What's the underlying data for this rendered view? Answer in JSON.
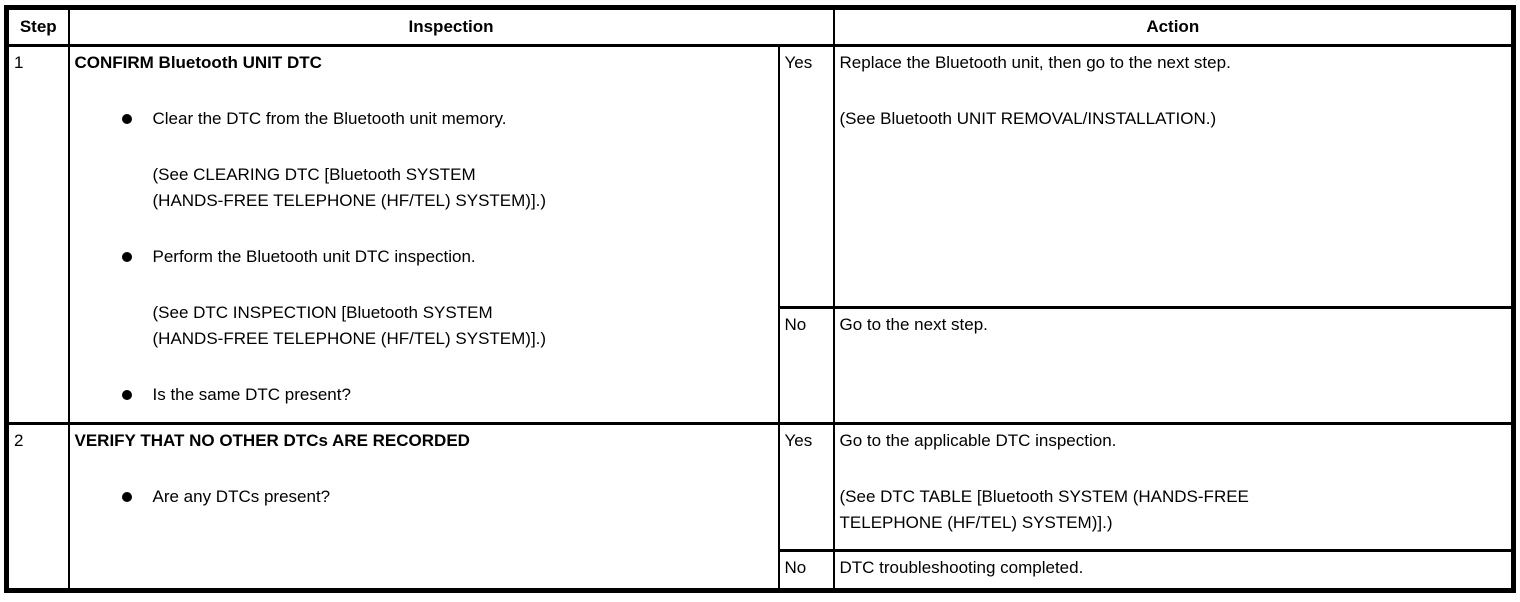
{
  "colors": {
    "border": "#000000",
    "text": "#000000",
    "background": "#ffffff"
  },
  "header": {
    "step": "Step",
    "inspection": "Inspection",
    "action": "Action"
  },
  "steps": [
    {
      "number": "1",
      "inspection": {
        "title": "CONFIRM Bluetooth UNIT DTC",
        "bullet1": "Clear the DTC from the Bluetooth unit memory.",
        "ref1_line1": "(See CLEARING DTC [Bluetooth SYSTEM",
        "ref1_line2": "(HANDS-FREE TELEPHONE (HF/TEL) SYSTEM)].)",
        "bullet2": "Perform the Bluetooth unit DTC inspection.",
        "ref2_line1": "(See DTC INSPECTION [Bluetooth SYSTEM",
        "ref2_line2": "(HANDS-FREE TELEPHONE (HF/TEL) SYSTEM)].)",
        "bullet3": "Is the same DTC present?"
      },
      "yes_label": "Yes",
      "yes_action": {
        "line1": "Replace the Bluetooth unit, then go to the next step.",
        "ref": "(See Bluetooth UNIT REMOVAL/INSTALLATION.)"
      },
      "no_label": "No",
      "no_action": {
        "line1": "Go to the next step."
      }
    },
    {
      "number": "2",
      "inspection": {
        "title": "VERIFY THAT NO OTHER DTCs ARE RECORDED",
        "bullet1": "Are any DTCs present?"
      },
      "yes_label": "Yes",
      "yes_action": {
        "line1": "Go to the applicable DTC inspection.",
        "ref_line1": "(See DTC TABLE [Bluetooth SYSTEM (HANDS-FREE",
        "ref_line2": "TELEPHONE (HF/TEL) SYSTEM)].)"
      },
      "no_label": "No",
      "no_action": {
        "line1": "DTC troubleshooting completed."
      }
    }
  ]
}
